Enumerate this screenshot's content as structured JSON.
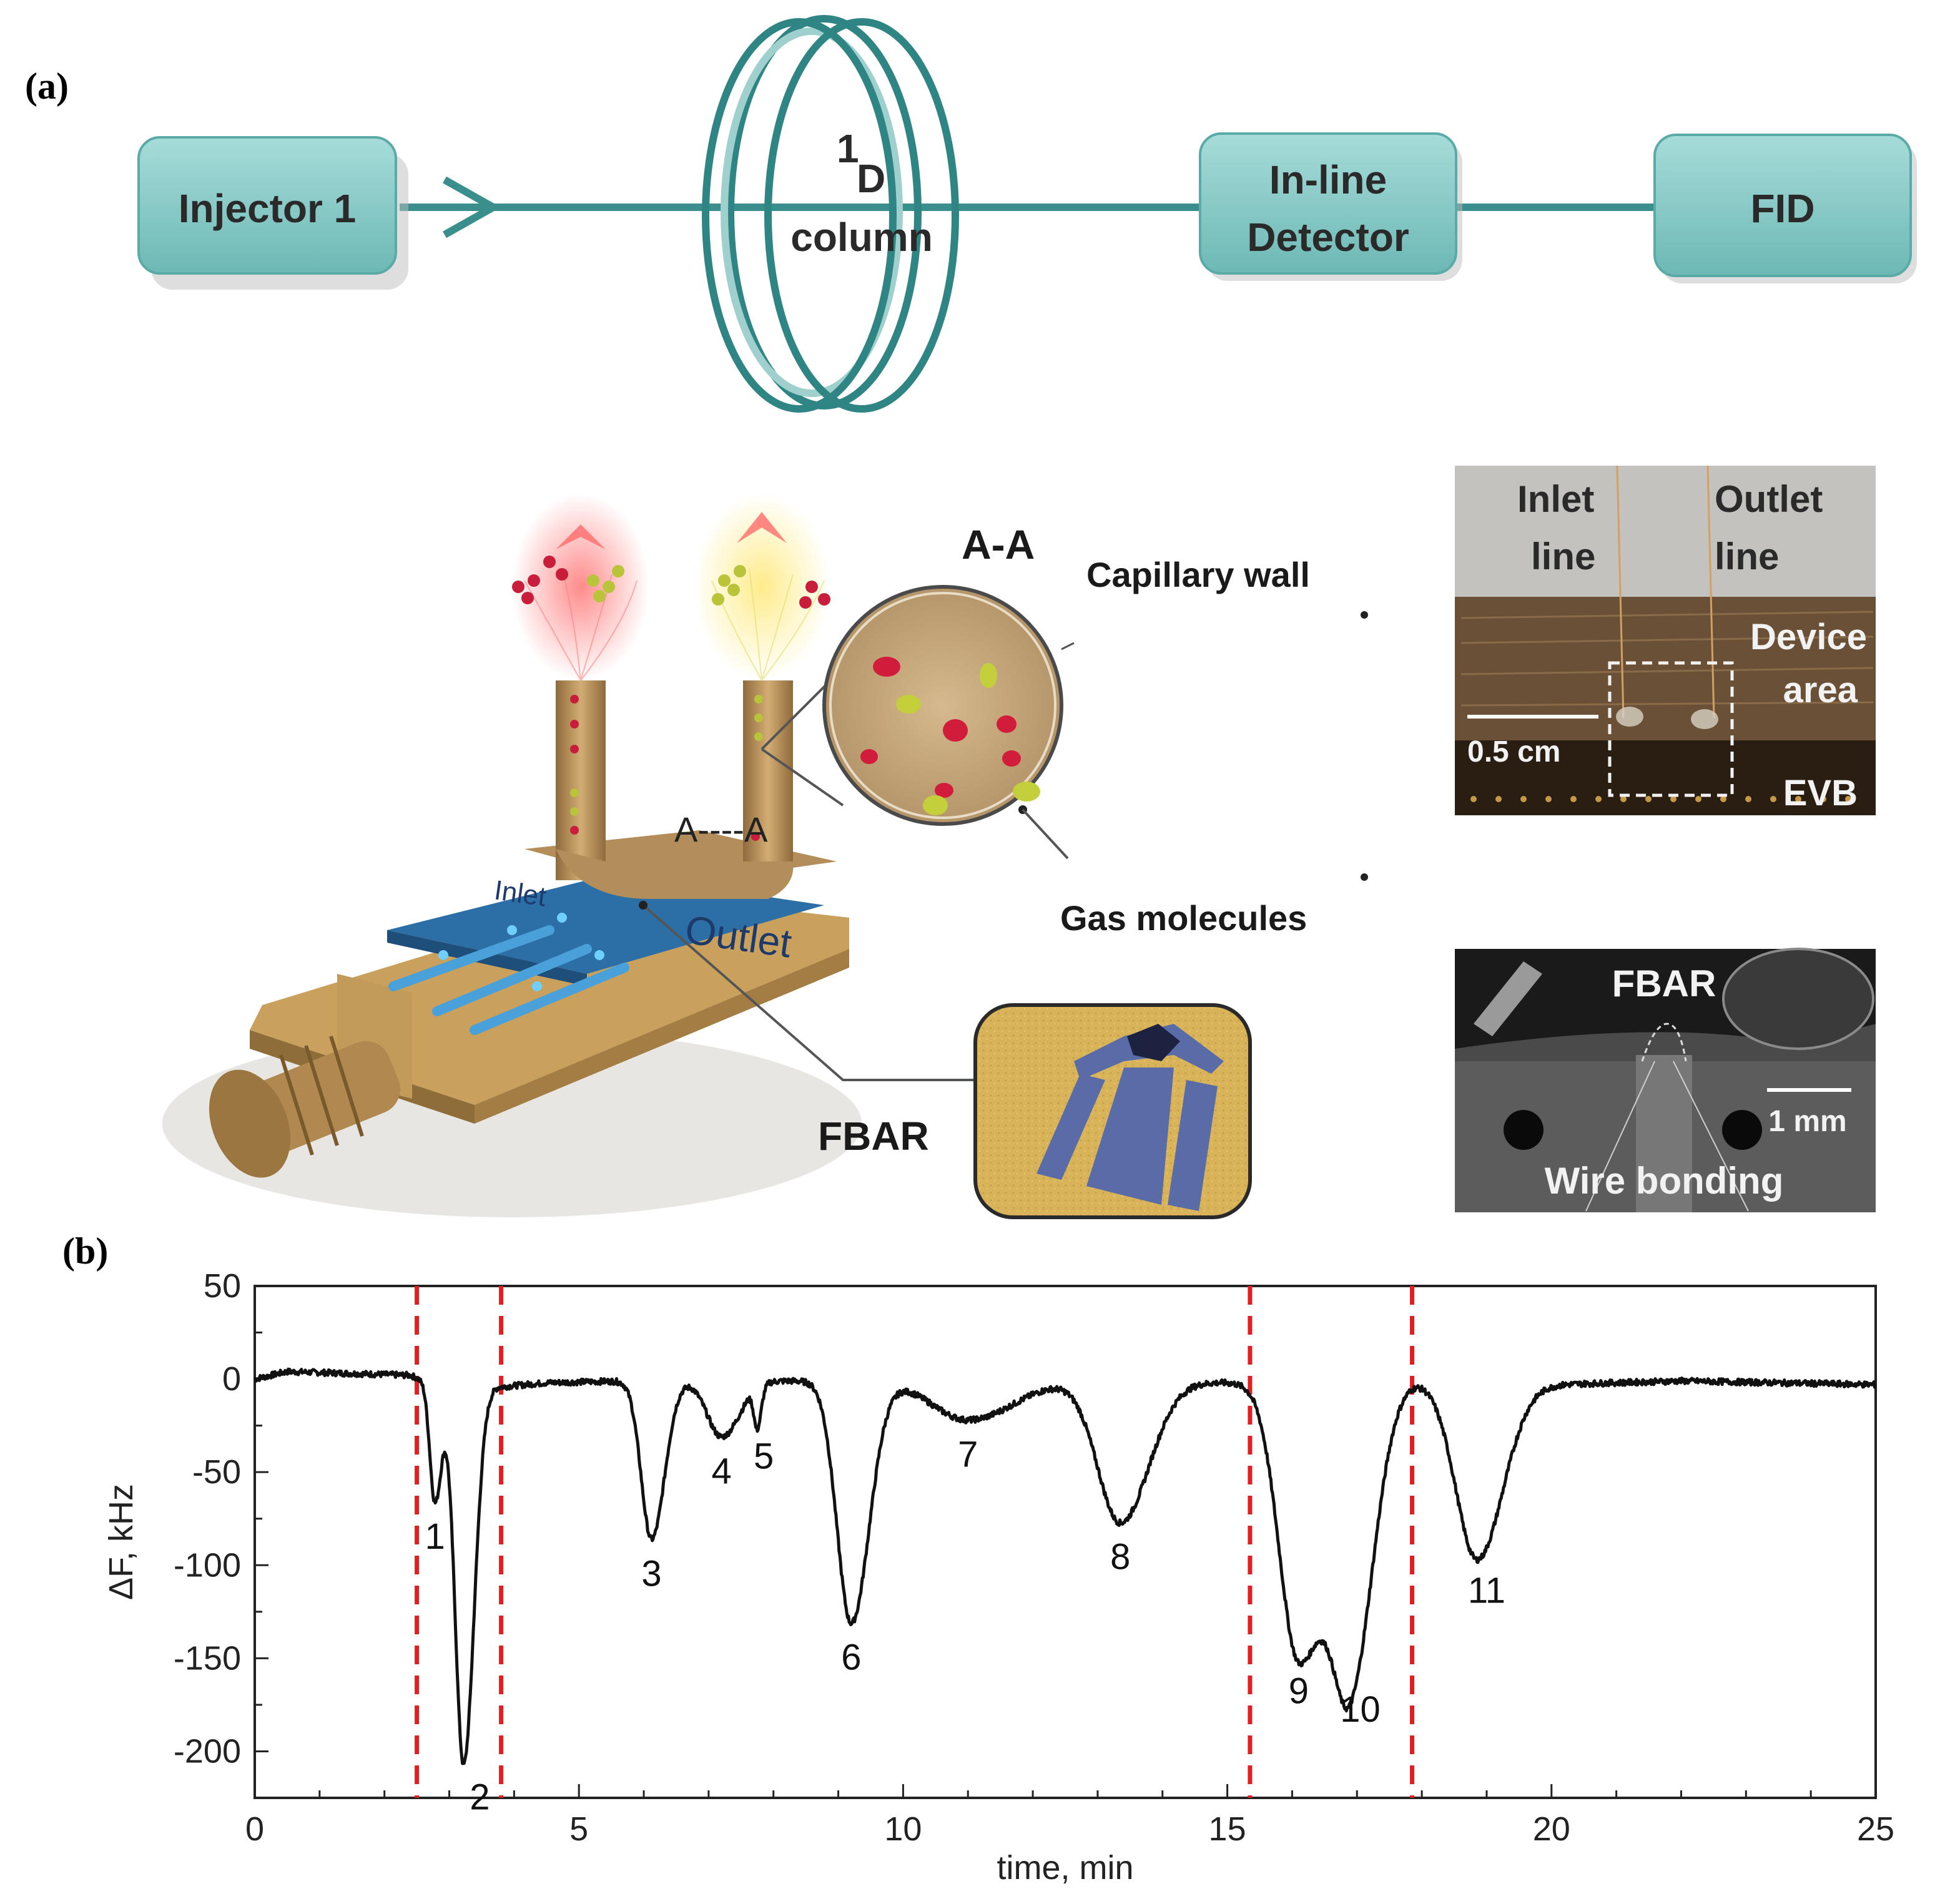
{
  "panel_a": {
    "label": "(a)",
    "flow": {
      "injector": "Injector 1",
      "column_sup": "1",
      "column_line1": "D",
      "column_line2": "column",
      "detector_line1": "In-line",
      "detector_line2": "Detector",
      "fid": "FID"
    },
    "device": {
      "section_title": "A-A",
      "capillary_wall": "Capillary wall",
      "gas_molecules": "Gas molecules",
      "section_marker": "A----A",
      "inlet": "Inlet",
      "outlet": "Outlet",
      "fbar": "FBAR"
    },
    "photo_top": {
      "inlet_line1": "Inlet",
      "inlet_line2": "line",
      "outlet_line1": "Outlet",
      "outlet_line2": "line",
      "device_line1": "Device",
      "device_line2": "area",
      "scale": "0.5 cm",
      "evb": "EVB"
    },
    "photo_bottom": {
      "fbar": "FBAR",
      "scale": "1 mm",
      "wire": "Wire bonding"
    }
  },
  "panel_b": {
    "label": "(b)"
  },
  "chart_data": {
    "type": "line",
    "title": "",
    "xlabel": "time, min",
    "ylabel": "ΔF, kHz",
    "xlim": [
      0,
      25
    ],
    "ylim": [
      -225,
      50
    ],
    "xticks": [
      0,
      5,
      10,
      15,
      20,
      25
    ],
    "yticks": [
      50,
      0,
      -50,
      -100,
      -150,
      -200
    ],
    "grid": false,
    "baseline": [
      [
        0,
        0
      ],
      [
        0.5,
        4
      ],
      [
        1.5,
        3
      ],
      [
        2.4,
        2
      ],
      [
        2.55,
        0
      ],
      [
        3.85,
        -4
      ],
      [
        4.5,
        -2
      ],
      [
        5.7,
        -1
      ],
      [
        8.7,
        -1
      ],
      [
        13.0,
        -1
      ],
      [
        15.3,
        -2
      ],
      [
        17.9,
        -1
      ],
      [
        18.3,
        -3
      ],
      [
        20.0,
        -3
      ],
      [
        22.0,
        -1
      ],
      [
        25.0,
        -3
      ]
    ],
    "peaks": [
      {
        "label": "1",
        "t": 2.78,
        "dF": -65,
        "w": 0.08,
        "label_dx": 0,
        "label_dy": 1
      },
      {
        "label": "2",
        "t": 3.22,
        "dF": -205,
        "w": 0.13,
        "label_dx": 0.25,
        "label_dy": 1
      },
      {
        "label": "3",
        "t": 6.12,
        "dF": -85,
        "w": 0.16,
        "label_dx": 0,
        "label_dy": 1
      },
      {
        "label": "4",
        "t": 7.2,
        "dF": -30,
        "w": 0.22,
        "label_dx": 0,
        "label_dy": 1
      },
      {
        "label": "5",
        "t": 7.75,
        "dF": -22,
        "w": 0.05,
        "label_dx": 0.1,
        "label_dy": 1
      },
      {
        "label": "6",
        "t": 9.2,
        "dF": -130,
        "w": 0.22,
        "label_dx": 0,
        "label_dy": 1
      },
      {
        "label": "7",
        "t": 11.0,
        "dF": -21,
        "w": 0.55,
        "label_dx": 0,
        "label_dy": 1
      },
      {
        "label": "8",
        "t": 13.35,
        "dF": -76,
        "w": 0.35,
        "label_dx": 0,
        "label_dy": 1
      },
      {
        "label": "9",
        "t": 16.1,
        "dF": -148,
        "w": 0.3,
        "label_dx": 0,
        "label_dy": 1
      },
      {
        "label": "10",
        "t": 16.9,
        "dF": -158,
        "w": 0.28,
        "label_dx": 0.15,
        "label_dy": 1
      },
      {
        "label": "11",
        "t": 18.85,
        "dF": -94,
        "w": 0.32,
        "label_dx": 0.15,
        "label_dy": 1
      }
    ],
    "cut_markers_x": [
      2.5,
      3.8,
      15.35,
      17.85
    ],
    "marker_style": "red dashed vertical lines"
  },
  "colors": {
    "box_fill": "#7ec4c2",
    "box_stroke": "#5aaaa8",
    "flow_line": "#3a8f8c",
    "ring": "#2f8583",
    "red_marker": "#e02020",
    "substrate": "#c9a15d",
    "blue_chip": "#2b6fa6",
    "capillary": "#b38d5a",
    "particle_red": "#c81e3c",
    "particle_yellow": "#b9c43a"
  }
}
